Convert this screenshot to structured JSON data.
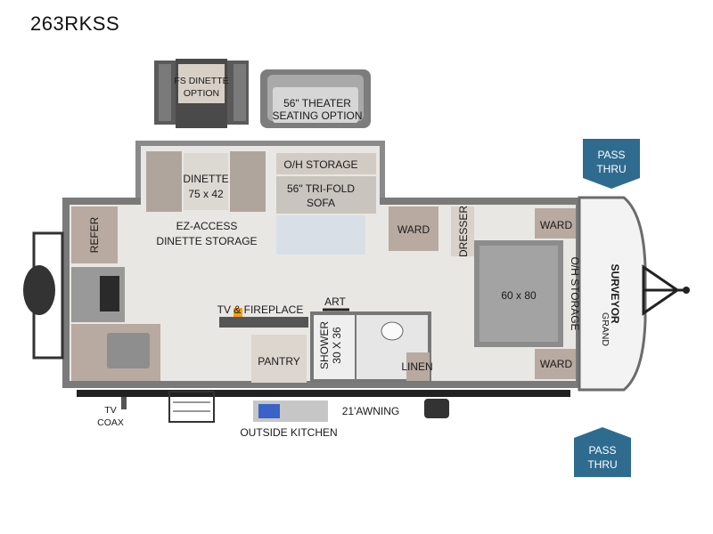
{
  "model": "263RKSS",
  "labels": {
    "fs_dinette_1": "FS DINETTE",
    "fs_dinette_2": "OPTION",
    "theater_1": "56\" THEATER",
    "theater_2": "SEATING OPTION",
    "dinette_1": "DINETTE",
    "dinette_2": "75 x 42",
    "oh_storage_top": "O/H STORAGE",
    "sofa_1": "56\" TRI-FOLD",
    "sofa_2": "SOFA",
    "refer": "REFER",
    "ez_1": "EZ-ACCESS",
    "ez_2": "DINETTE STORAGE",
    "ward_mid": "WARD",
    "dresser": "DRESSER",
    "ward_top": "WARD",
    "bed": "60 x 80",
    "oh_storage_right": "O/H STORAGE",
    "ward_bottom": "WARD",
    "art": "ART",
    "tv_fireplace": "TV & FIREPLACE",
    "shower_1": "SHOWER",
    "shower_2": "30 X 36",
    "pantry": "PANTRY",
    "linen": "LINEN",
    "awning": "21'AWNING",
    "tv": "TV",
    "coax": "COAX",
    "outside_kitchen": "OUTSIDE KITCHEN",
    "brand_1": "GRAND",
    "brand_2": "SURVEYOR"
  },
  "pass_thru_top": {
    "line1": "PASS",
    "line2": "THRU"
  },
  "pass_thru_bottom": {
    "line1": "PASS",
    "line2": "THRU"
  },
  "colors": {
    "floor": "#e9e7e3",
    "wall": "#6b6b6b",
    "cabinet": "#b8aaa0",
    "badge": "#2e6b8f",
    "bed": "#8c8c8c"
  }
}
